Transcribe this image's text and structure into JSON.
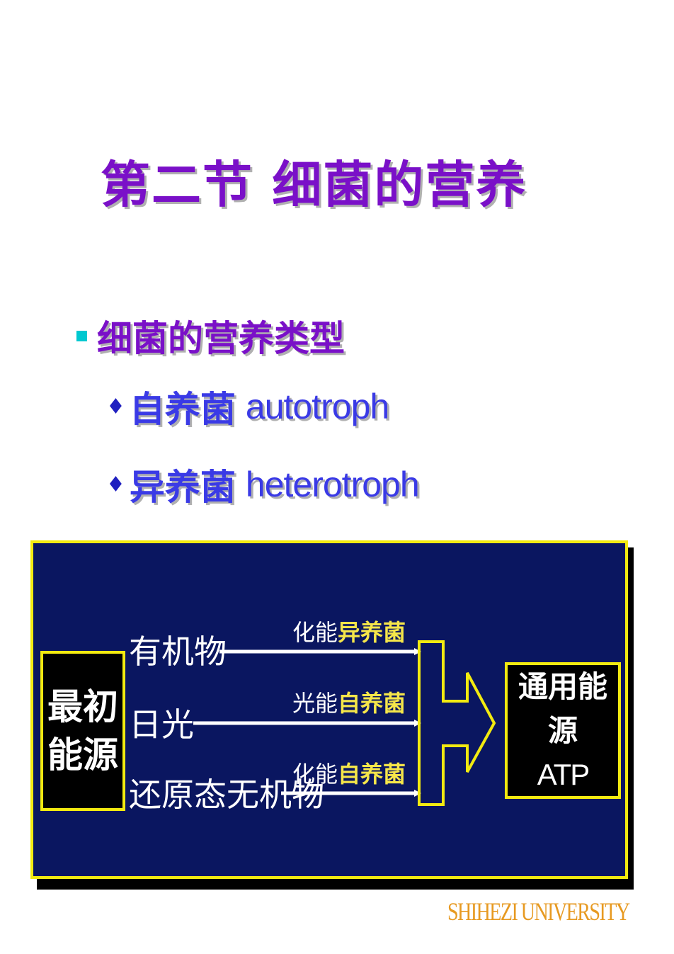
{
  "title": "第二节  细菌的营养",
  "bullet": {
    "text": "细菌的营养类型",
    "items": [
      {
        "symbol": "♦",
        "zh": "自养菌",
        "en": "autotroph"
      },
      {
        "symbol": "♦",
        "zh": "异养菌",
        "en": "heterotroph"
      }
    ]
  },
  "diagram": {
    "source_box": {
      "line1": "最初",
      "line2": "能源"
    },
    "target_box": {
      "line1": "通用能源",
      "line2": "ATP"
    },
    "sources": [
      "有机物",
      "日光",
      "还原态无机物"
    ],
    "labels": [
      {
        "prefix": "化能",
        "type": "异养菌"
      },
      {
        "prefix": "光能",
        "type": "自养菌"
      },
      {
        "prefix": "化能",
        "type": "自养菌"
      }
    ],
    "colors": {
      "background": "#0a1660",
      "border": "#f2ea10",
      "highlight": "#f5e64a"
    }
  },
  "footer": "SHIHEZI UNIVERSITY"
}
